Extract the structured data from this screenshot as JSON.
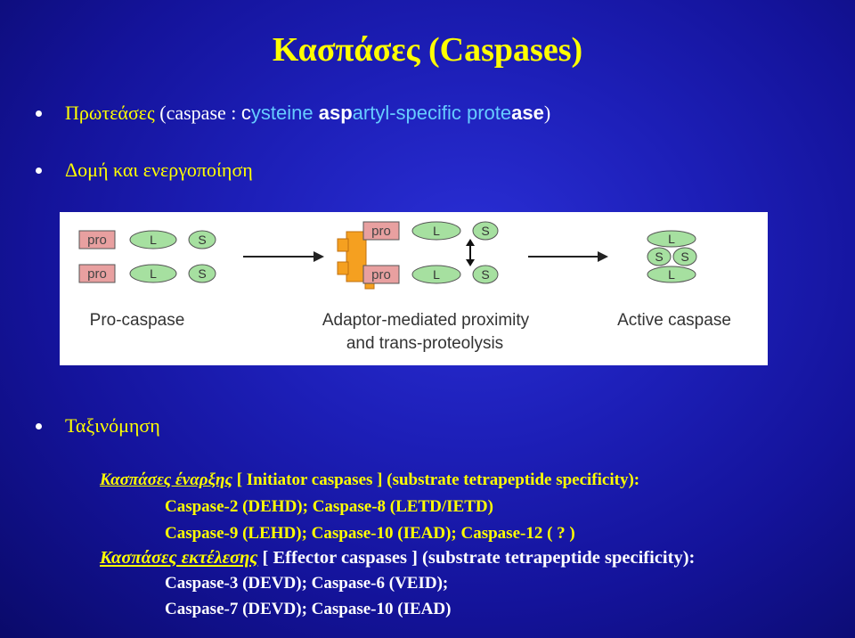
{
  "title": "Κασπάσες (Caspases)",
  "bullets": {
    "b1": {
      "greek": "Πρωτεάσες",
      "p1": "(caspase : ",
      "p2": "c",
      "p3": "ysteine ",
      "p4": "asp",
      "p5": "artyl-specific prote",
      "p6": "ase",
      "p7": ")"
    },
    "b2": "Δομή και ενεργοποίηση",
    "b3": "Ταξινόμηση"
  },
  "diagram": {
    "pro": "pro",
    "L": "L",
    "S": "S",
    "label_left": "Pro-caspase",
    "label_mid_1": "Adaptor-mediated proximity",
    "label_mid_2": "and trans-proteolysis",
    "label_right": "Active caspase",
    "colors": {
      "pro_fill": "#e8a0a0",
      "ls_fill": "#a6e0a0",
      "adaptor": "#f5a020"
    }
  },
  "list": {
    "initiator_greek": "Κασπάσες έναρξης",
    "initiator_rest": " [ Initiator caspases ] (substrate tetrapeptide specificity):",
    "line2": "Caspase-2 (DEHD); Caspase-8 (LETD/IETD)",
    "line3": "Caspase-9 (LEHD); Caspase-10 (IEAD); Caspase-12 ( ? )",
    "effector_greek": "Κασπάσες εκτέλεσης",
    "effector_rest": " [ Effector caspases ] (substrate tetrapeptide specificity):",
    "line5": "Caspase-3 (DEVD); Caspase-6 (VEID);",
    "line6": "Caspase-7 (DEVD); Caspase-10 (IEAD)"
  }
}
